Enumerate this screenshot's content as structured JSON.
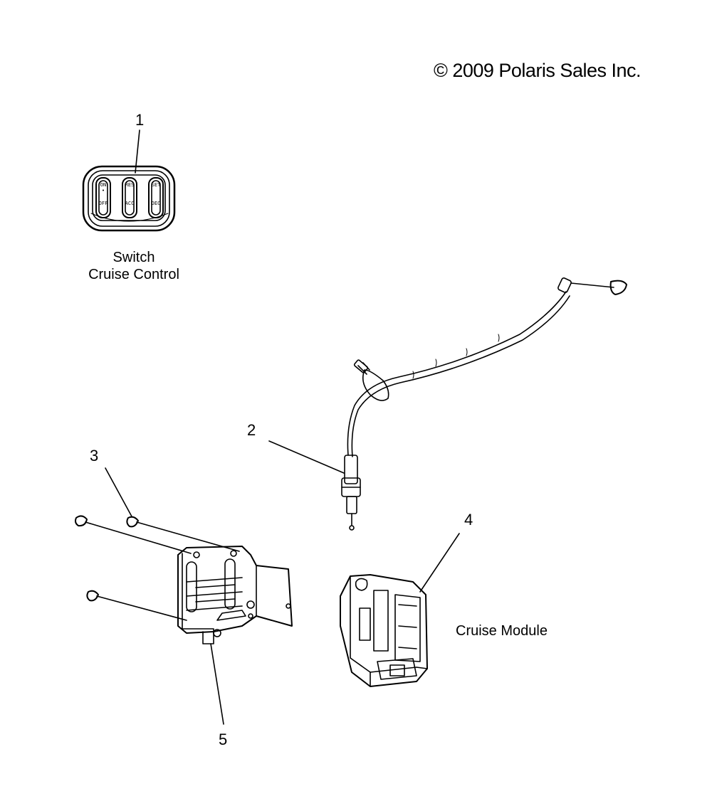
{
  "copyright": "© 2009 Polaris Sales Inc.",
  "callouts": [
    "1",
    "2",
    "3",
    "4",
    "5"
  ],
  "captions": {
    "switch_line1": "Switch",
    "switch_line2": "Cruise Control",
    "module": "Cruise Module"
  },
  "switch_buttons": [
    {
      "top": "ON",
      "mid": "•",
      "bottom": "OFF"
    },
    {
      "top": "RES",
      "bottom": "ACC"
    },
    {
      "top": "SET",
      "bottom": "DEC"
    }
  ]
}
